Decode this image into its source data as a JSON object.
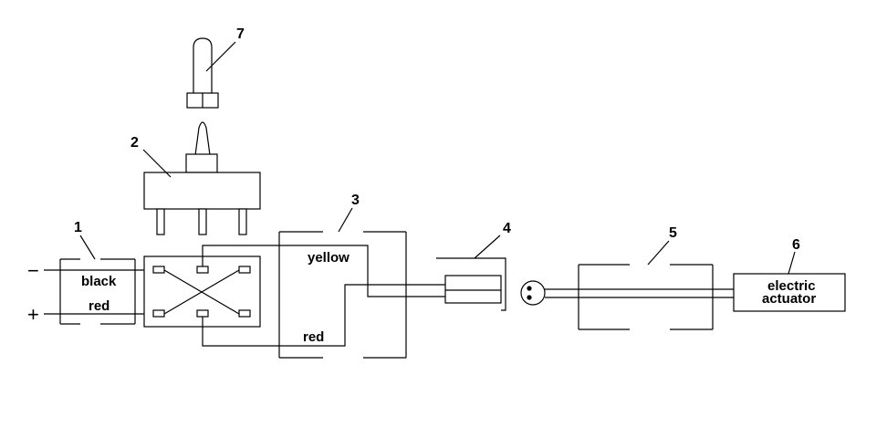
{
  "callouts": {
    "c1": "1",
    "c2": "2",
    "c3": "3",
    "c4": "4",
    "c5": "5",
    "c6": "6",
    "c7": "7"
  },
  "wires": {
    "black": "black",
    "red_left": "red",
    "yellow": "yellow",
    "red_lower": "red"
  },
  "terminals": {
    "minus": "−",
    "plus": "+"
  },
  "actuator": {
    "line1": "electric",
    "line2": "actuator"
  }
}
